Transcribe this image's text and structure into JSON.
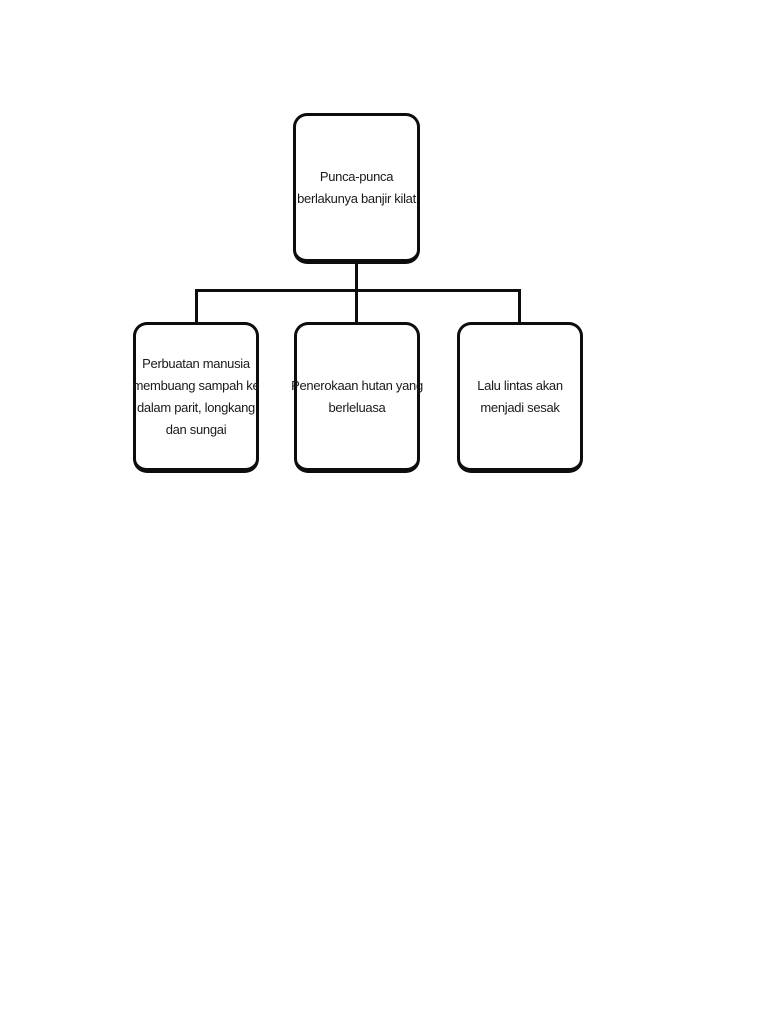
{
  "diagram": {
    "title": "Punca-punca berlakunya banjir kilat",
    "colors": {
      "background": "#ffffff",
      "box_fill": "#ffffff",
      "box_border": "#0d0d0d",
      "connector": "#0d0d0d",
      "text": "#1a1a1a"
    },
    "root": {
      "label": "Punca-punca berlakunya banjir kilat",
      "lines": [
        "Punca-punca",
        "berlakunya banjir kilat"
      ]
    },
    "children": [
      {
        "label": "Perbuatan manusia membuang sampah ke dalam parit, longkang dan sungai",
        "lines": [
          "Perbuatan manusia",
          "membuang sampah ke",
          "dalam parit, longkang",
          "dan sungai"
        ]
      },
      {
        "label": "Penerokaan hutan yang berleluasa",
        "lines": [
          "Penerokaan hutan yang",
          "berleluasa"
        ]
      },
      {
        "label": "Lalu lintas akan menjadi sesak",
        "lines": [
          "Lalu lintas akan",
          "menjadi sesak"
        ]
      }
    ]
  }
}
